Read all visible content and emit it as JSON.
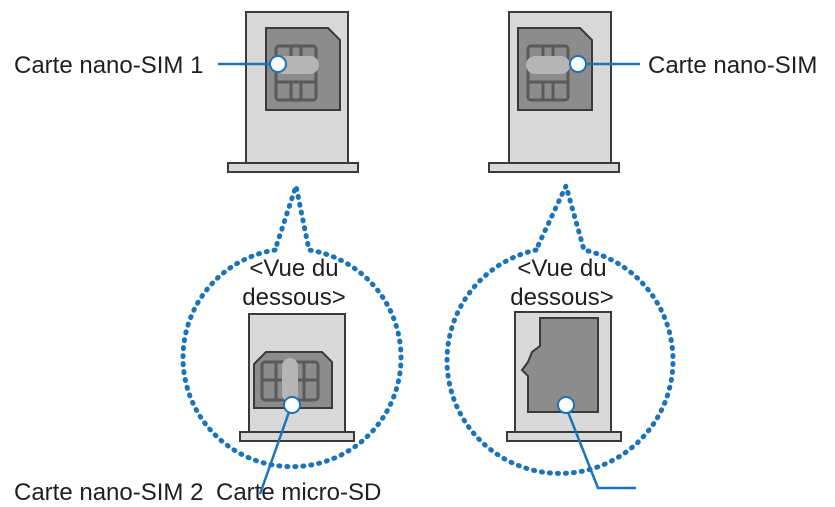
{
  "left_tray": {
    "top_label": "Carte nano-SIM 1",
    "view_label_line1": "<Vue du",
    "view_label_line2": "dessous>",
    "bottom_label": "Carte nano-SIM 2"
  },
  "right_tray": {
    "top_label": "Carte nano-SIM",
    "view_label_line1": "<Vue du",
    "view_label_line2": "dessous>",
    "bottom_label": "Carte micro-SD"
  },
  "colors": {
    "accent": "#1b73b8",
    "outline": "#3a3a3a",
    "tray_fill": "#d9d9d9",
    "chip_fill": "#8c8c8c",
    "chip_dark": "#5a5a5a"
  }
}
